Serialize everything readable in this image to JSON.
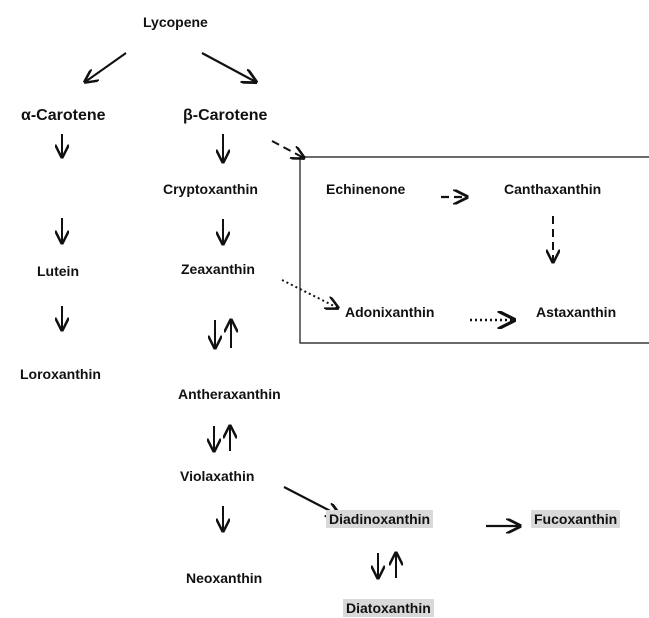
{
  "pigments": {
    "lycopene": "Lycopene",
    "alpha_carotene": "α-Carotene",
    "beta_carotene": "β-Carotene",
    "cryptoxanthin": "Cryptoxanthin",
    "lutein": "Lutein",
    "loroxanthin": "Loroxanthin",
    "zeaxanthin": "Zeaxanthin",
    "antheraxanthin": "Antheraxanthin",
    "violaxathin": "Violaxathin",
    "neoxanthin": "Neoxanthin",
    "diadinoxanthin": "Diadinoxanthin",
    "fucoxanthin": "Fucoxanthin",
    "diatoxanthin": "Diatoxanthin",
    "echinenone": "Echinenone",
    "canthaxanthin": "Canthaxanthin",
    "adonixanthin": "Adonixanthin",
    "astaxanthin": "Astaxanthin"
  },
  "colors": {
    "ink": "#111111",
    "highlight": "#d9d9d9",
    "background": "#ffffff"
  }
}
